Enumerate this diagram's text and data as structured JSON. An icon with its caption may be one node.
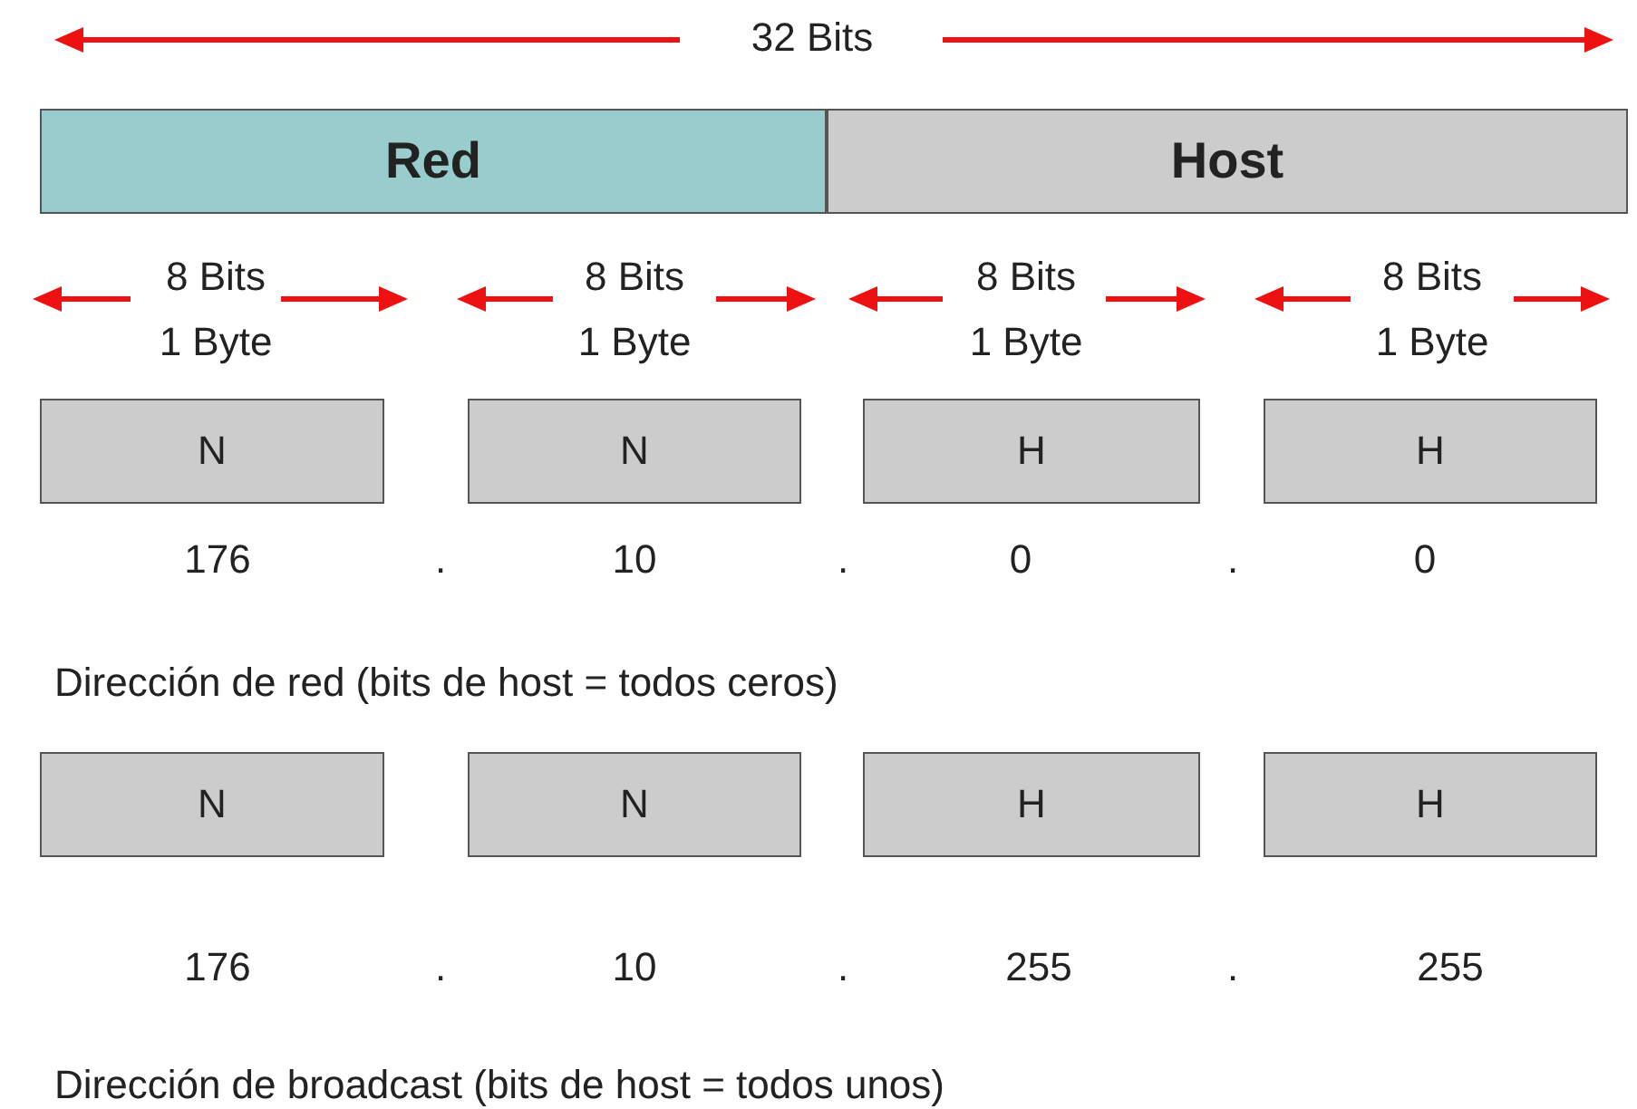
{
  "diagram": {
    "nodes": [
      {
        "text": [
          "Red"
        ]
      },
      {
        "text": [
          "Host"
        ]
      },
      {
        "text": [
          "N"
        ]
      },
      {
        "text": [
          "N"
        ]
      },
      {
        "text": [
          "H"
        ]
      },
      {
        "text": [
          "H"
        ]
      },
      {
        "text": [
          "N"
        ]
      },
      {
        "text": [
          "N"
        ]
      },
      {
        "text": [
          "H"
        ]
      },
      {
        "text": [
          "H"
        ]
      }
    ],
    "labels": [
      "32 Bits",
      "8 Bits 1 Byte",
      "8 Bits 1 Byte",
      "8 Bits 1 Byte",
      "8 Bits 1 Byte",
      "176",
      ".",
      "10",
      ".",
      "0",
      ".",
      "0",
      "Dirección de red (bits de host = todos ceros)",
      "176",
      ".",
      "10",
      ".",
      "255",
      ".",
      "255",
      "Dirección de broadcast (bits de host = todos unos)"
    ]
  }
}
